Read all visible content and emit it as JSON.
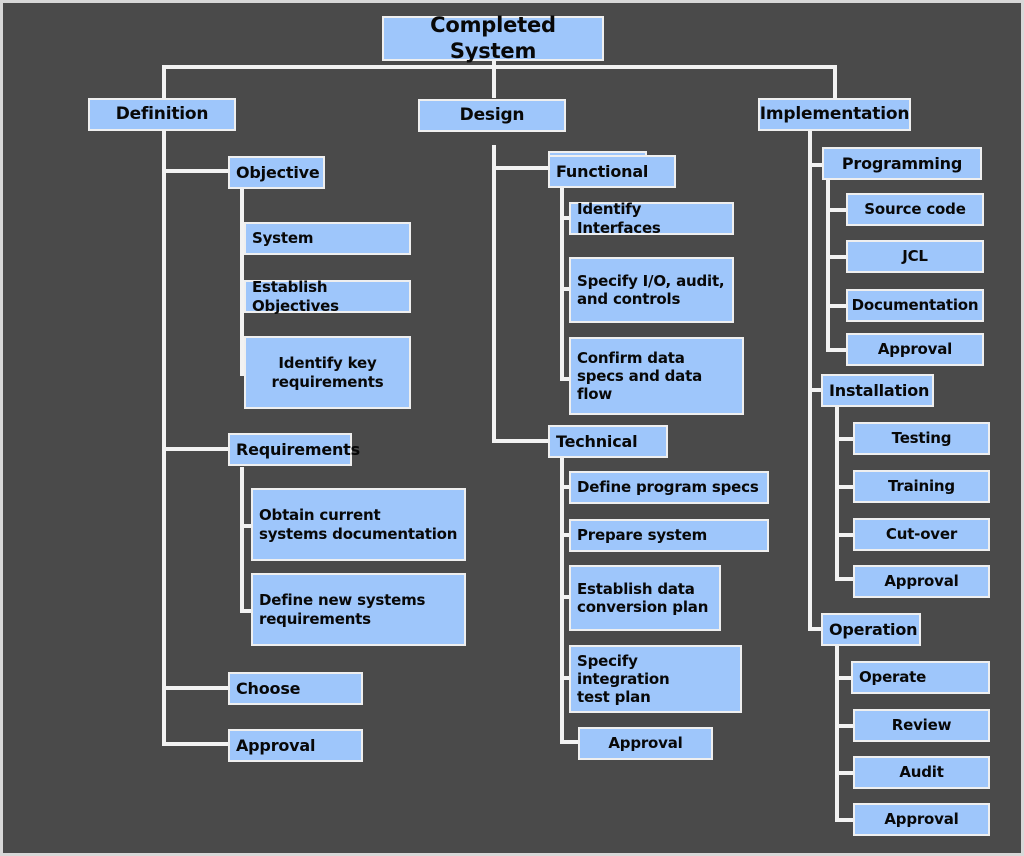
{
  "diagram": {
    "title": "Completed System",
    "type": "organizational-tree",
    "background_color": "#4a4a4a",
    "node_fill_color": "#9ec6fb",
    "node_border_color": "#efefef",
    "connector_color": "#f2f2f2",
    "text_color": "#080808",
    "root": {
      "label": "Completed System"
    },
    "branches": [
      {
        "label": "Definition",
        "children": [
          {
            "label": "Objective",
            "children": [
              {
                "label": "System"
              },
              {
                "label": "Establish Objectives"
              },
              {
                "label": "Identify key\nrequirements"
              }
            ]
          },
          {
            "label": "Requirements",
            "children": [
              {
                "label": "Obtain current\nsystems documentation"
              },
              {
                "label": "Define new systems\nrequirements"
              }
            ]
          },
          {
            "label": "Choose",
            "children": []
          },
          {
            "label": "Approval",
            "children": []
          }
        ]
      },
      {
        "label": "Design",
        "children": [
          {
            "label": "Functional",
            "children": [
              {
                "label": "Identify Interfaces"
              },
              {
                "label": "Specify I/O, audit,\nand controls"
              },
              {
                "label": "Confirm data\nspecs and data flow"
              }
            ]
          },
          {
            "label": "Technical",
            "children": [
              {
                "label": "Define program specs"
              },
              {
                "label": "Prepare system"
              },
              {
                "label": "Establish data\nconversion plan"
              },
              {
                "label": "Specify integration\ntest plan"
              },
              {
                "label": "Approval"
              }
            ]
          }
        ]
      },
      {
        "label": "Implementation",
        "children": [
          {
            "label": "Programming",
            "children": [
              {
                "label": "Source code"
              },
              {
                "label": "JCL"
              },
              {
                "label": "Documentation"
              },
              {
                "label": "Approval"
              }
            ]
          },
          {
            "label": "Installation",
            "children": [
              {
                "label": "Testing"
              },
              {
                "label": "Training"
              },
              {
                "label": "Cut-over"
              },
              {
                "label": "Approval"
              }
            ]
          },
          {
            "label": "Operation",
            "children": [
              {
                "label": "Operate"
              },
              {
                "label": "Review"
              },
              {
                "label": "Audit"
              },
              {
                "label": "Approval"
              }
            ]
          }
        ]
      }
    ]
  }
}
